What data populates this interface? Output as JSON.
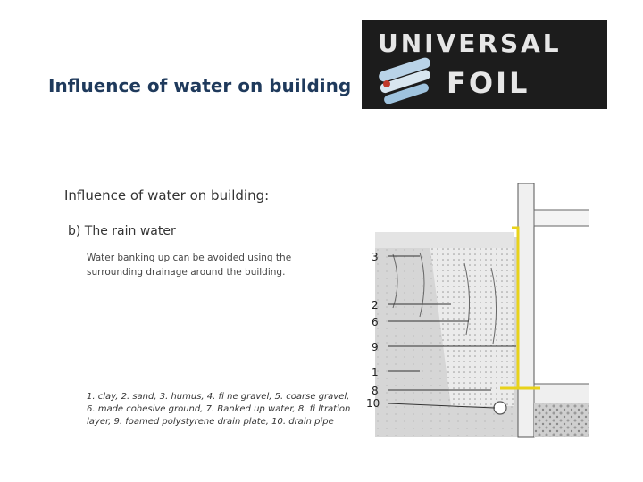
{
  "title": "Influence of water on building",
  "logo": {
    "line1": "UNIVERSAL",
    "line2": "FOIL"
  },
  "content": {
    "heading": "Influence of water on building:",
    "subheading": "b) The rain water",
    "note": "Water banking up can be avoided using the surrounding drainage around the building.",
    "legend": "1. clay, 2. sand, 3. humus, 4. fi ne gravel, 5. coarse gravel, 6. made cohesive ground, 7. Banked up water, 8. fi ltration layer, 9. foamed polystyrene drain plate, 10. drain pipe"
  },
  "diagram": {
    "labels": [
      "3",
      "2",
      "6",
      "9",
      "1",
      "8",
      "10"
    ],
    "colors": {
      "foil": "#e8d21a",
      "soil": "#d9d9d9",
      "wall": "#f2f2f2",
      "gravel": "#c8c8c8"
    }
  }
}
